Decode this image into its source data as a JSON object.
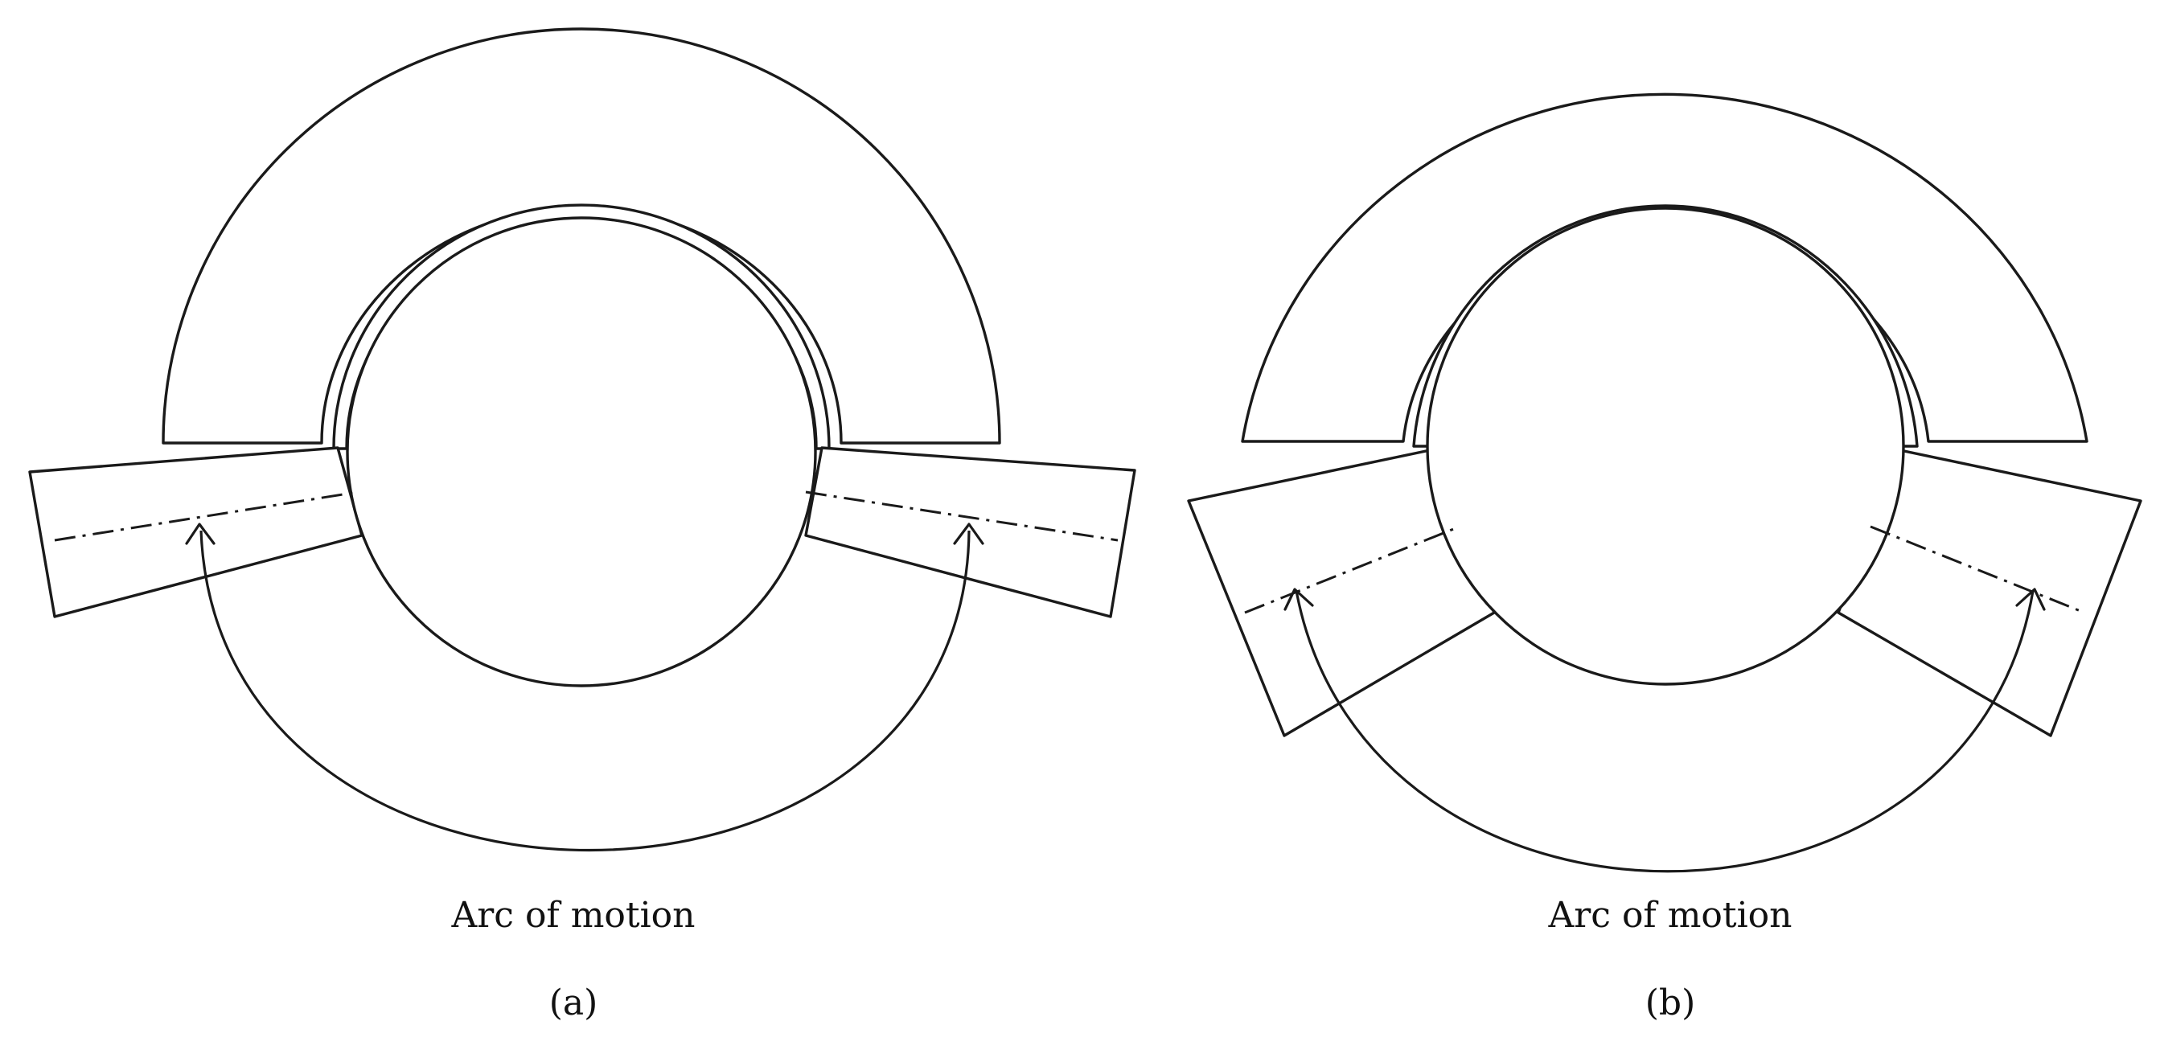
{
  "panels": [
    {
      "id": "a",
      "caption": "Arc of motion",
      "label": "(a)"
    },
    {
      "id": "b",
      "caption": "Arc of motion",
      "label": "(b)"
    }
  ]
}
